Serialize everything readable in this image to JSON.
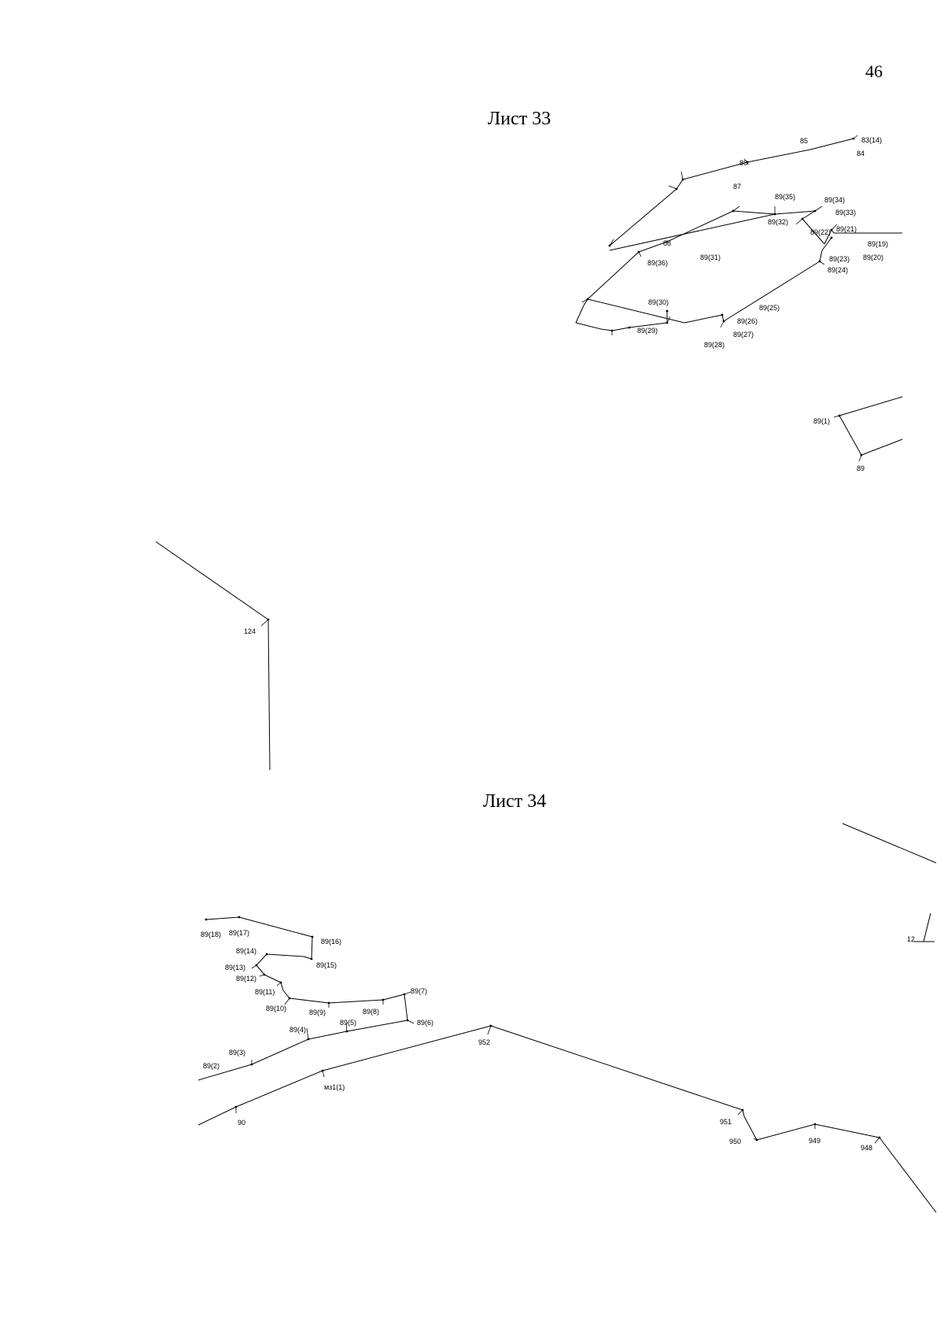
{
  "page": {
    "number": "46"
  },
  "sheets": [
    {
      "title": "Лист 33"
    },
    {
      "title": "Лист 34"
    }
  ],
  "point_labels": [
    "85",
    "83(14)",
    "84",
    "86",
    "87",
    "88",
    "89(36)",
    "89(35)",
    "89(34)",
    "89(33)",
    "89(32)",
    "89(22)",
    "89(21)",
    "89(19)",
    "89(20)",
    "89(31)",
    "89(23)",
    "89(24)",
    "89(30)",
    "89(25)",
    "89(26)",
    "89(27)",
    "89(29)",
    "89(28)",
    "89(1)",
    "89",
    "124",
    "89(18)",
    "89(17)",
    "89(16)",
    "89(14)",
    "89(15)",
    "89(13)",
    "89(12)",
    "89(11)",
    "89(10)",
    "89(9)",
    "89(8)",
    "89(7)",
    "89(5)",
    "89(6)",
    "89(4)",
    "89(3)",
    "89(2)",
    "952",
    "мз1(1)",
    "90",
    "951",
    "950",
    "949",
    "948",
    "12"
  ]
}
